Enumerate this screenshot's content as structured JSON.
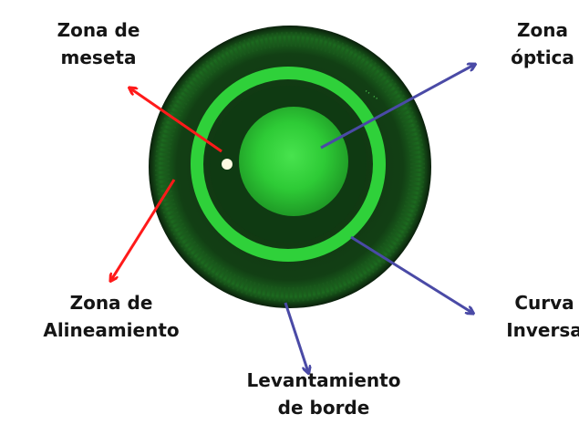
{
  "labels": {
    "meseta": [
      "Zona de",
      "meseta"
    ],
    "optica": [
      "Zona",
      "óptica"
    ],
    "alineamiento": [
      "Zona de",
      "Alineamiento"
    ],
    "inversa": [
      "Curva",
      "Inversa"
    ],
    "levantamiento": [
      "Levantamiento",
      "de borde"
    ]
  },
  "colors": {
    "red_arrow": "#ff1a1a",
    "blue_arrow": "#4a4aa6",
    "lens_green": "#2fd13a",
    "lens_dark": "#0f3a12",
    "text": "#151515"
  }
}
